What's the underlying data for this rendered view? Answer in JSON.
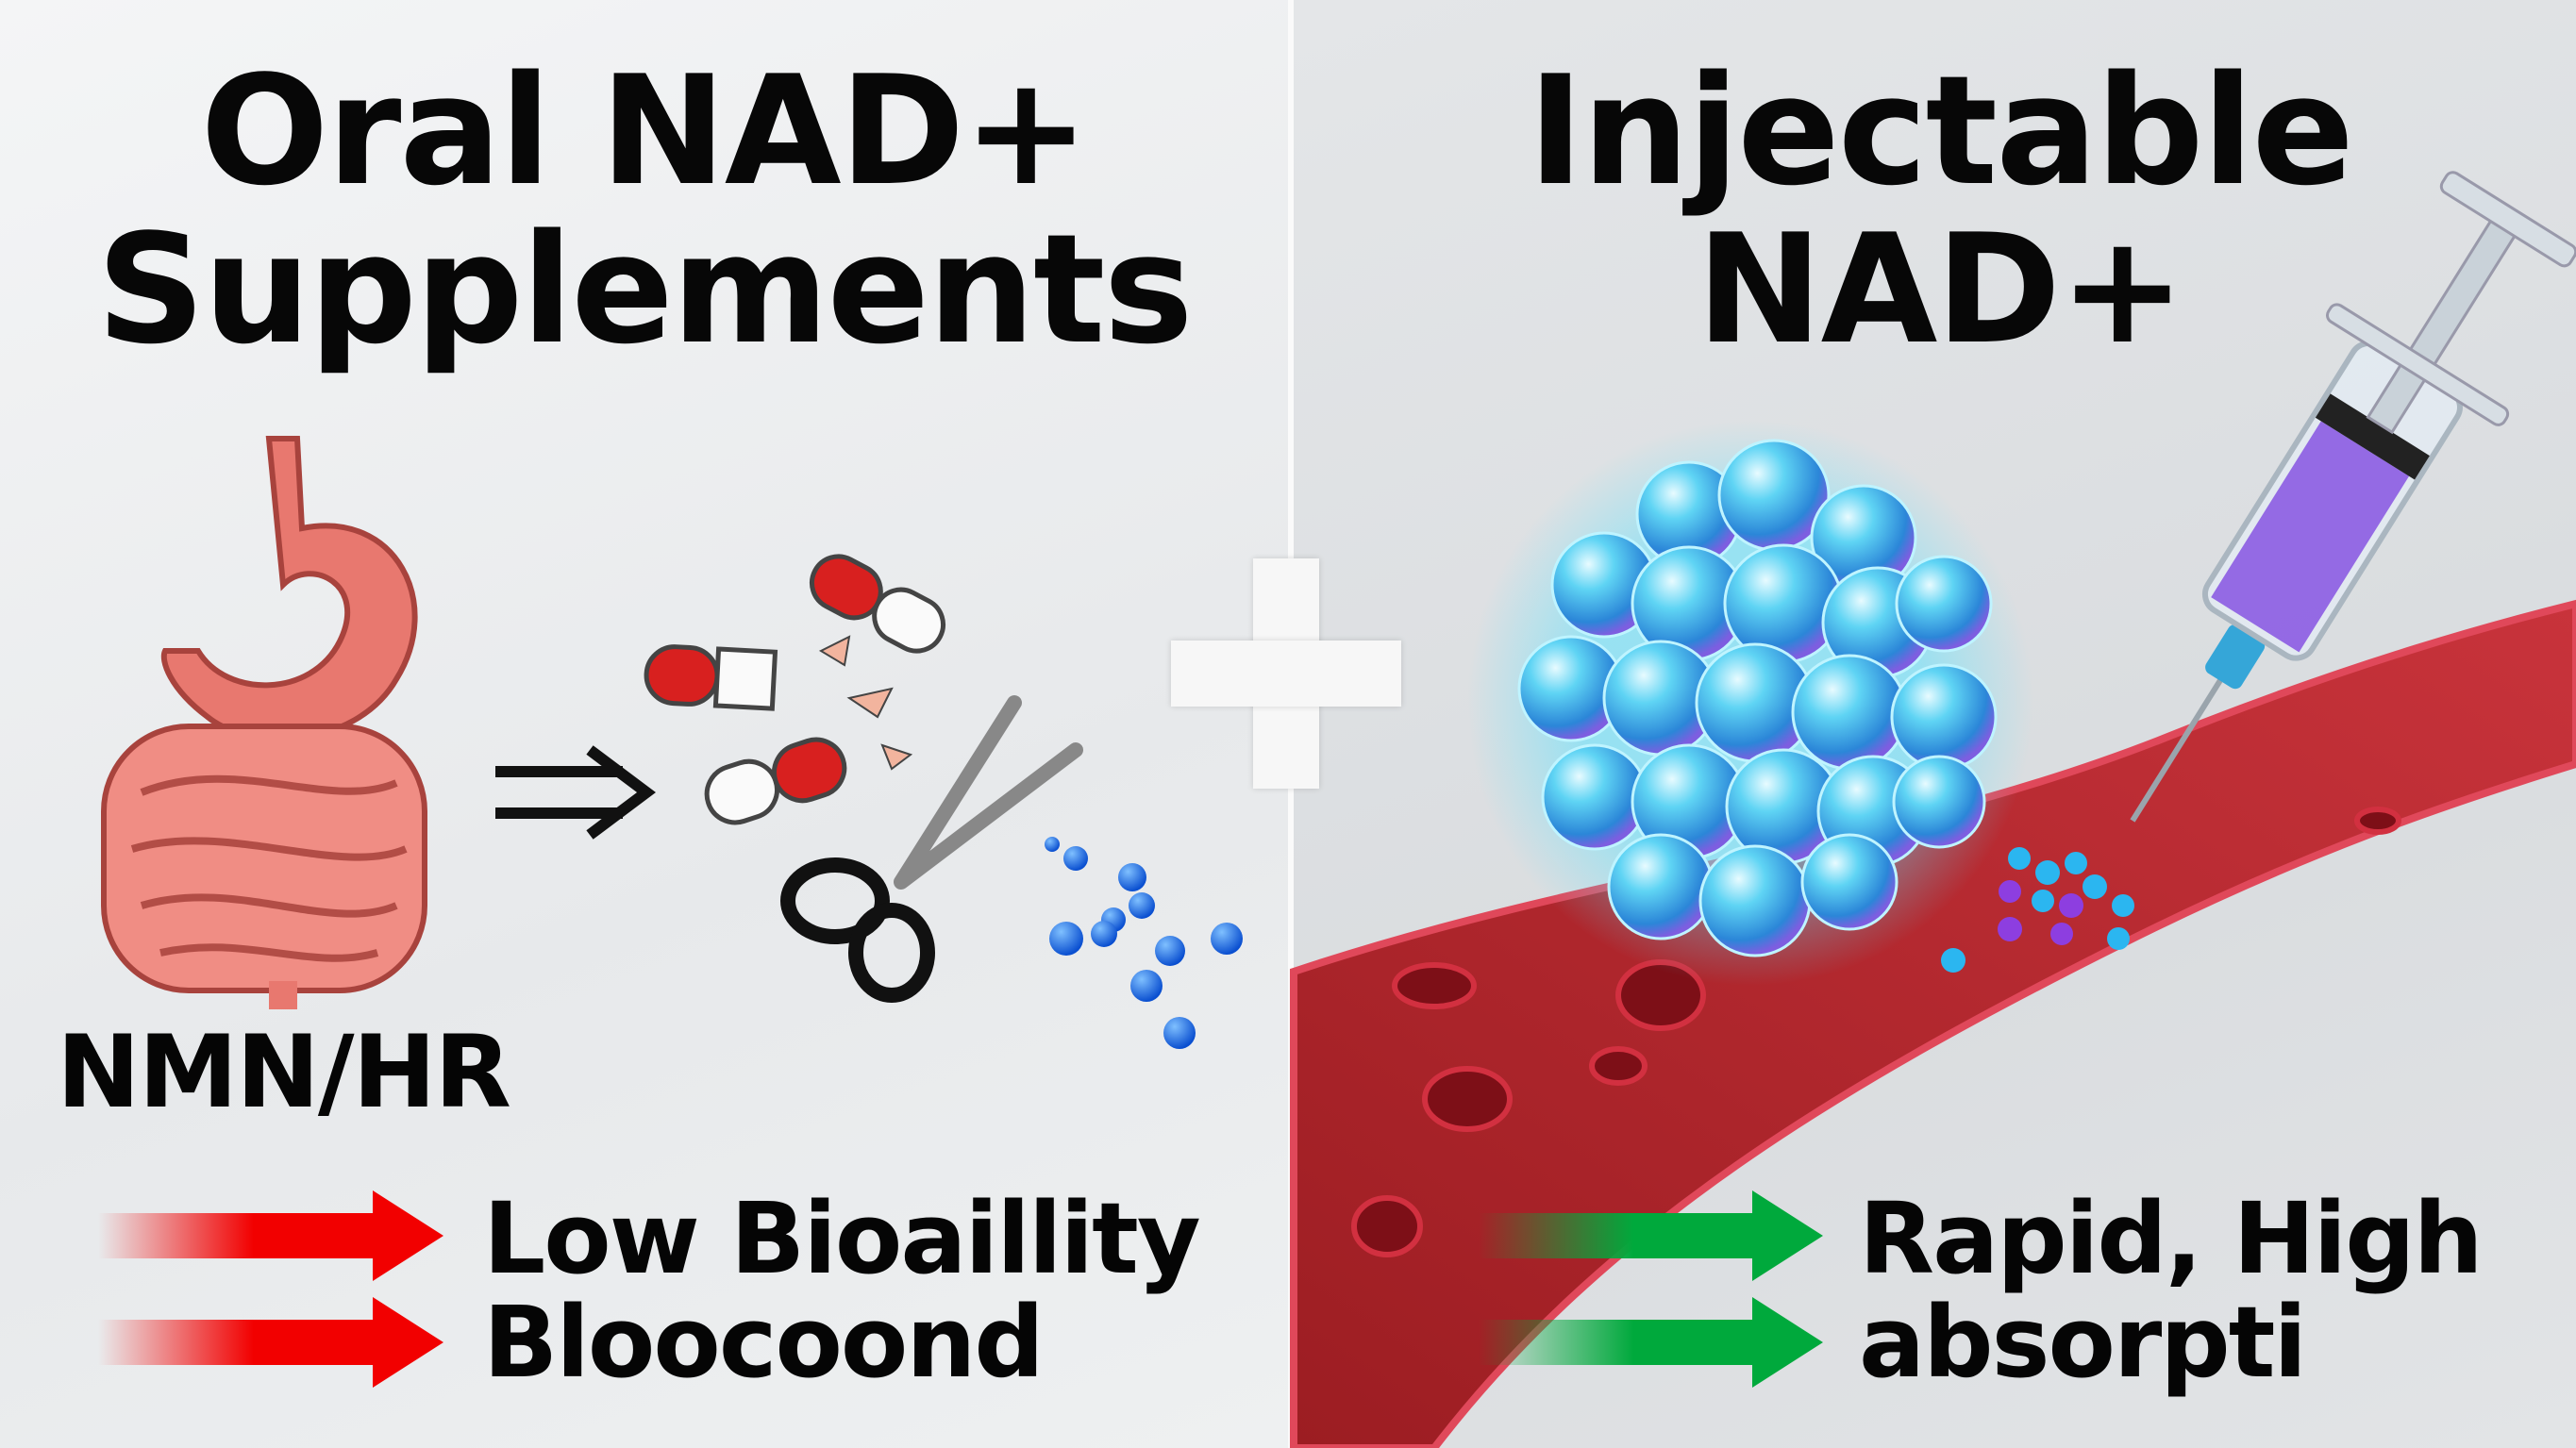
{
  "left": {
    "title_line1": "Oral NAD+",
    "title_line2": "Supplements",
    "organ_label": "NMN/HR",
    "outcome_line1": "Low Bioaillity",
    "outcome_line2": "Bloocoond",
    "arrow_color": "#f20000"
  },
  "right": {
    "title_line1": "Injectable",
    "title_line2": "NAD+",
    "outcome_line1": "Rapid, High",
    "outcome_line2": "absorpti",
    "arrow_color": "#00a93c"
  },
  "icons": [
    "stomach-intestines-icon",
    "double-arrow-icon",
    "capsule-icon",
    "scissors-icon",
    "molecule-dots-icon",
    "plus-icon",
    "molecule-cluster-icon",
    "syringe-icon",
    "blood-vessel-icon"
  ]
}
